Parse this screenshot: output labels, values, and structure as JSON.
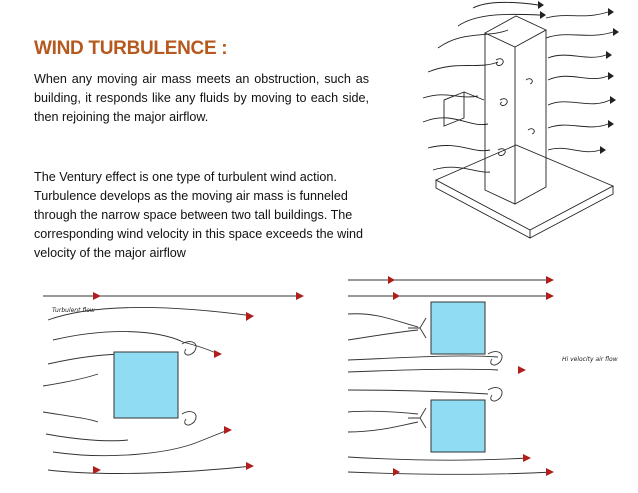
{
  "slide": {
    "title": "WIND TURBULENCE :",
    "paragraph1": "When any moving air mass meets an obstruction, such as building, it responds like any fluids by moving to each side, then rejoining the major airflow.",
    "paragraph2": "The Ventury effect is one type of turbulent wind action. Turbulence develops as the moving air mass is funneled through the narrow space between two tall buildings. The corresponding wind velocity in this space exceeds the wind velocity of the major airflow"
  },
  "diagrams": {
    "left_label": "Turbulent flow",
    "right_label": "Hi velocity air flow"
  },
  "colors": {
    "title": "#b5591e",
    "building_fill": "#8fdcf3",
    "arrow_red": "#b01e1e"
  }
}
